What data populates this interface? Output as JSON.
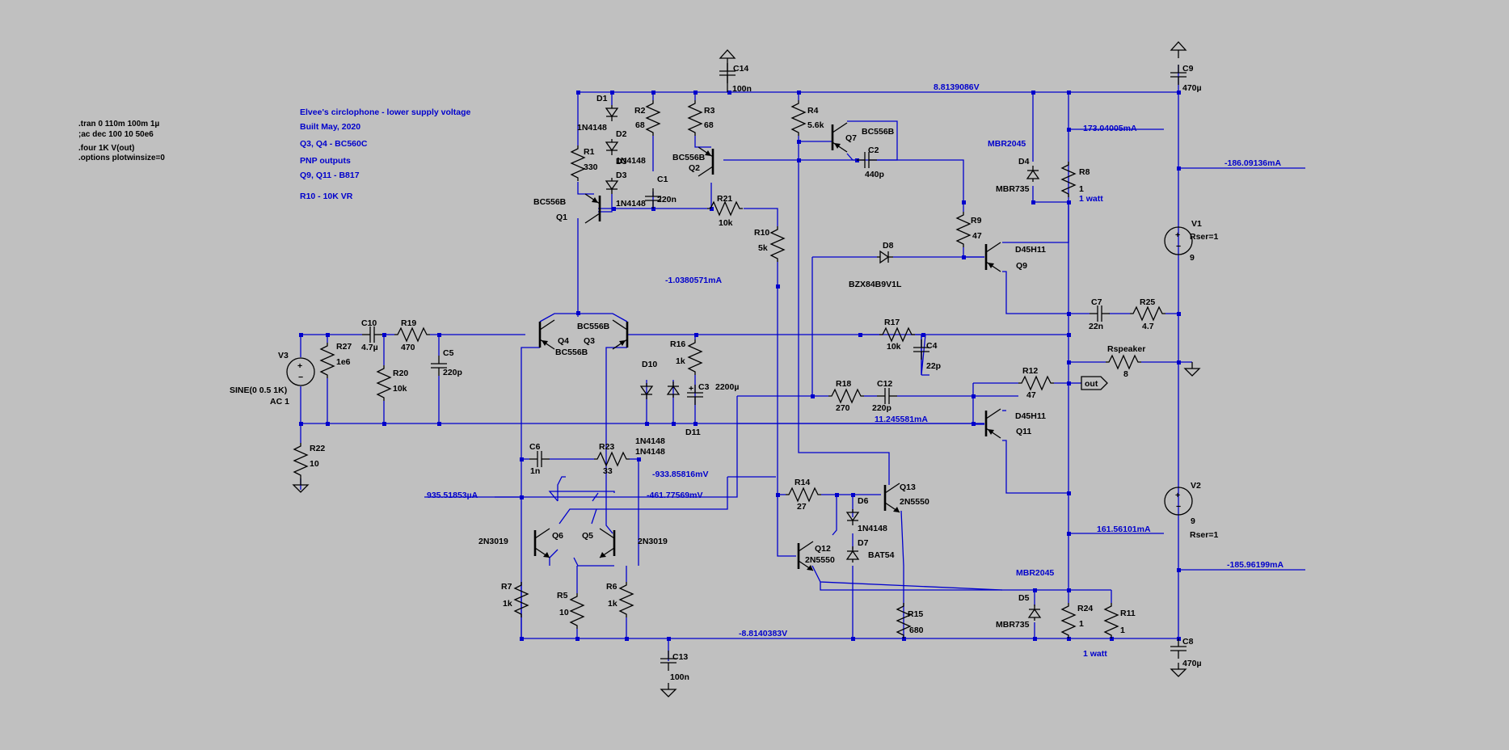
{
  "directives": [
    ".tran 0 110m 100m 1µ",
    ";ac dec 100 10 50e6",
    ".four 1K V(out)",
    ".options plotwinsize=0"
  ],
  "notes": [
    "Elvee's circlophone - lower supply voltage",
    "Built May, 2020",
    "Q3, Q4 - BC560C",
    "PNP outputs",
    "Q9, Q11 - B817",
    "R10 - 10K VR"
  ],
  "readouts": {
    "top_rail": "8.8139086V",
    "i_r8": "173.04005mA",
    "i_v1": "-186.09136mA",
    "i_r10": "-1.0380571mA",
    "i_r12": "11.245581mA",
    "v_q5": "-933.85816mV",
    "v_q6": "-461.77569mV",
    "i_q6": "935.51853µA",
    "i_r24": "161.56101mA",
    "i_v2": "-185.96199mA",
    "bottom_rail": "-8.8140383V"
  },
  "components": {
    "C14": {
      "name": "C14",
      "value": "100n"
    },
    "C9": {
      "name": "C9",
      "value": "470µ"
    },
    "D1": {
      "name": "D1"
    },
    "D2": {
      "name": "D2",
      "value": "1N4148"
    },
    "D3": {
      "name": "D3",
      "value": "1N4148"
    },
    "D1v": {
      "value": "1N4148"
    },
    "R1": {
      "name": "R1",
      "value": "330"
    },
    "R2": {
      "name": "R2",
      "value": "68"
    },
    "R3": {
      "name": "R3",
      "value": "68"
    },
    "C1": {
      "name": "C1",
      "value": "220n"
    },
    "Q1": {
      "name": "Q1",
      "model": "BC556B"
    },
    "Q2": {
      "name": "Q2",
      "model": "BC556B"
    },
    "R21": {
      "name": "R21",
      "value": "10k"
    },
    "R4": {
      "name": "R4",
      "value": "5.6k"
    },
    "Q7": {
      "name": "Q7",
      "model": "BC556B"
    },
    "C2": {
      "name": "C2",
      "value": "440p"
    },
    "R10": {
      "name": "R10",
      "value": "5k"
    },
    "R9": {
      "name": "R9",
      "value": "47"
    },
    "D8": {
      "name": "D8",
      "model": "BZX84B9V1L"
    },
    "Q9": {
      "name": "Q9",
      "model": "D45H11"
    },
    "D4": {
      "name": "D4",
      "model": "MBR735",
      "alt": "MBR2045"
    },
    "R8": {
      "name": "R8",
      "value": "1",
      "rating": "1 watt"
    },
    "V1": {
      "name": "V1",
      "rser": "Rser=1",
      "value": "9"
    },
    "C7": {
      "name": "C7",
      "value": "22n"
    },
    "R25": {
      "name": "R25",
      "value": "4.7"
    },
    "Rspeaker": {
      "name": "Rspeaker",
      "value": "8"
    },
    "V3": {
      "name": "V3",
      "func": "SINE(0 0.5 1K)",
      "ac": "AC 1"
    },
    "R27": {
      "name": "R27",
      "value": "1e6"
    },
    "C10": {
      "name": "C10",
      "value": "4.7µ"
    },
    "R19": {
      "name": "R19",
      "value": "470"
    },
    "R20": {
      "name": "R20",
      "value": "10k"
    },
    "C5": {
      "name": "C5",
      "value": "220p"
    },
    "R22": {
      "name": "R22",
      "value": "10"
    },
    "Q4": {
      "name": "Q4",
      "model": "BC556B"
    },
    "Q3": {
      "name": "Q3",
      "model": "BC556B"
    },
    "R16": {
      "name": "R16",
      "value": "1k"
    },
    "D10": {
      "name": "D10",
      "value": "1N4148"
    },
    "D11": {
      "name": "D11",
      "value": "1N4148"
    },
    "C3": {
      "name": "C3",
      "value": "2200µ"
    },
    "R17": {
      "name": "R17",
      "value": "10k"
    },
    "C4": {
      "name": "C4",
      "value": "22p"
    },
    "R18": {
      "name": "R18",
      "value": "270"
    },
    "C12": {
      "name": "C12",
      "value": "220p"
    },
    "R12": {
      "name": "R12",
      "value": "47"
    },
    "out": {
      "name": "out"
    },
    "Q11": {
      "name": "Q11",
      "model": "D45H11"
    },
    "C6": {
      "name": "C6",
      "value": "1n"
    },
    "R23": {
      "name": "R23",
      "value": "33"
    },
    "Q6": {
      "name": "Q6",
      "model": "2N3019"
    },
    "Q5": {
      "name": "Q5",
      "model": "2N3019"
    },
    "R7": {
      "name": "R7",
      "value": "1k"
    },
    "R5": {
      "name": "R5",
      "value": "10"
    },
    "R6": {
      "name": "R6",
      "value": "1k"
    },
    "C13": {
      "name": "C13",
      "value": "100n"
    },
    "R14": {
      "name": "R14",
      "value": "27"
    },
    "D6": {
      "name": "D6",
      "value": "1N4148"
    },
    "D7": {
      "name": "D7",
      "value": "BAT54"
    },
    "Q13": {
      "name": "Q13",
      "model": "2N5550"
    },
    "Q12": {
      "name": "Q12",
      "model": "2N5550"
    },
    "R15": {
      "name": "R15",
      "value": "680"
    },
    "D5": {
      "name": "D5",
      "model": "MBR735",
      "alt": "MBR2045"
    },
    "R24": {
      "name": "R24",
      "value": "1",
      "rating": "1 watt"
    },
    "R11": {
      "name": "R11",
      "value": "1"
    },
    "V2": {
      "name": "V2",
      "value": "9",
      "rser": "Rser=1"
    },
    "C8": {
      "name": "C8",
      "value": "470µ"
    }
  }
}
